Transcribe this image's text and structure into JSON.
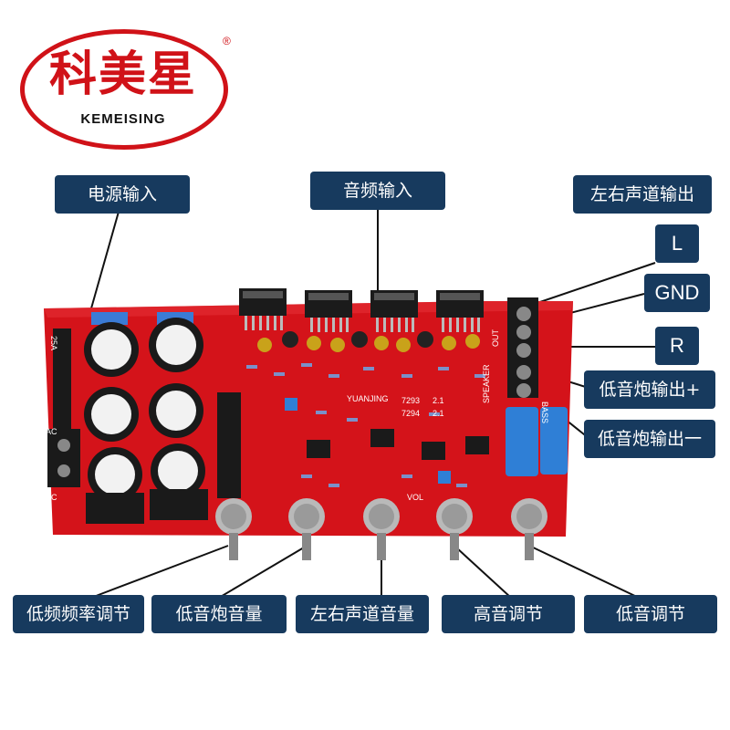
{
  "brand": {
    "name_cn": "科美星",
    "name_en": "KEMEISING",
    "registered_mark": "®",
    "color": "#d01218"
  },
  "board": {
    "pcb_color": "#d4131a",
    "silkscreen": {
      "model_1": "7293",
      "model_2": "7294",
      "channel_1": "2.1",
      "channel_2": "2.1",
      "maker": "YUANJING",
      "speaker": "SPEAKER",
      "out": "OUT",
      "bass": "BASS",
      "fuse": "25A",
      "ac_top": "AC",
      "ac_bottom": "AC",
      "vol": "VOL"
    }
  },
  "labels": {
    "color": "#173a5e",
    "power_input": "电源输入",
    "audio_input": "音频输入",
    "lr_output": "左右声道输出",
    "left": "L",
    "gnd": "GND",
    "right": "R",
    "sub_out_plus": "低音炮输出+",
    "sub_out_minus": "低音炮输出一",
    "lowpass_freq": "低频频率调节",
    "sub_volume": "低音炮音量",
    "lr_volume": "左右声道音量",
    "treble": "高音调节",
    "bass": "低音调节"
  }
}
